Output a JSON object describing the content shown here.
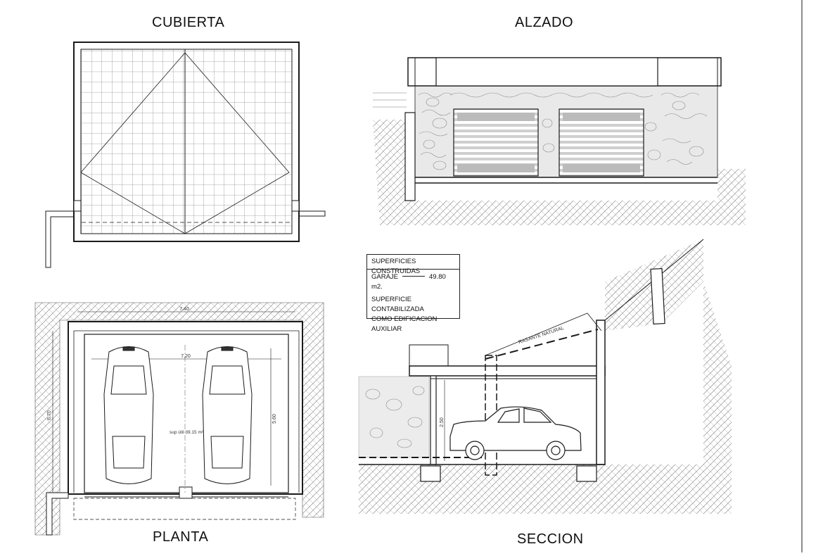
{
  "views": {
    "roof": "CUBIERTA",
    "elevation": "ALZADO",
    "plan": "PLANTA",
    "section": "SECCION"
  },
  "legend": {
    "header": "SUPERFICIES CONSTRUIDAS",
    "garage_label": "GARAJE",
    "garage_area": "49.80 m2.",
    "note_line1": "SUPERFICIE CONTABILIZADA",
    "note_line2": "COMO EDIFICACION AUXILIAR"
  },
  "plan_dimensions": {
    "overall_width": "7.40",
    "inner_width": "7.20",
    "overall_depth": "6.70",
    "inner_depth": "5.60",
    "useful_area": "sup útil 39.15 m²"
  },
  "section_labels": {
    "natural_grade": "RASANTE NATURAL",
    "clear_height": "2.50"
  },
  "colors": {
    "line": "#1a1a1a",
    "hatch": "#6b6b6b",
    "paper": "#ffffff"
  }
}
